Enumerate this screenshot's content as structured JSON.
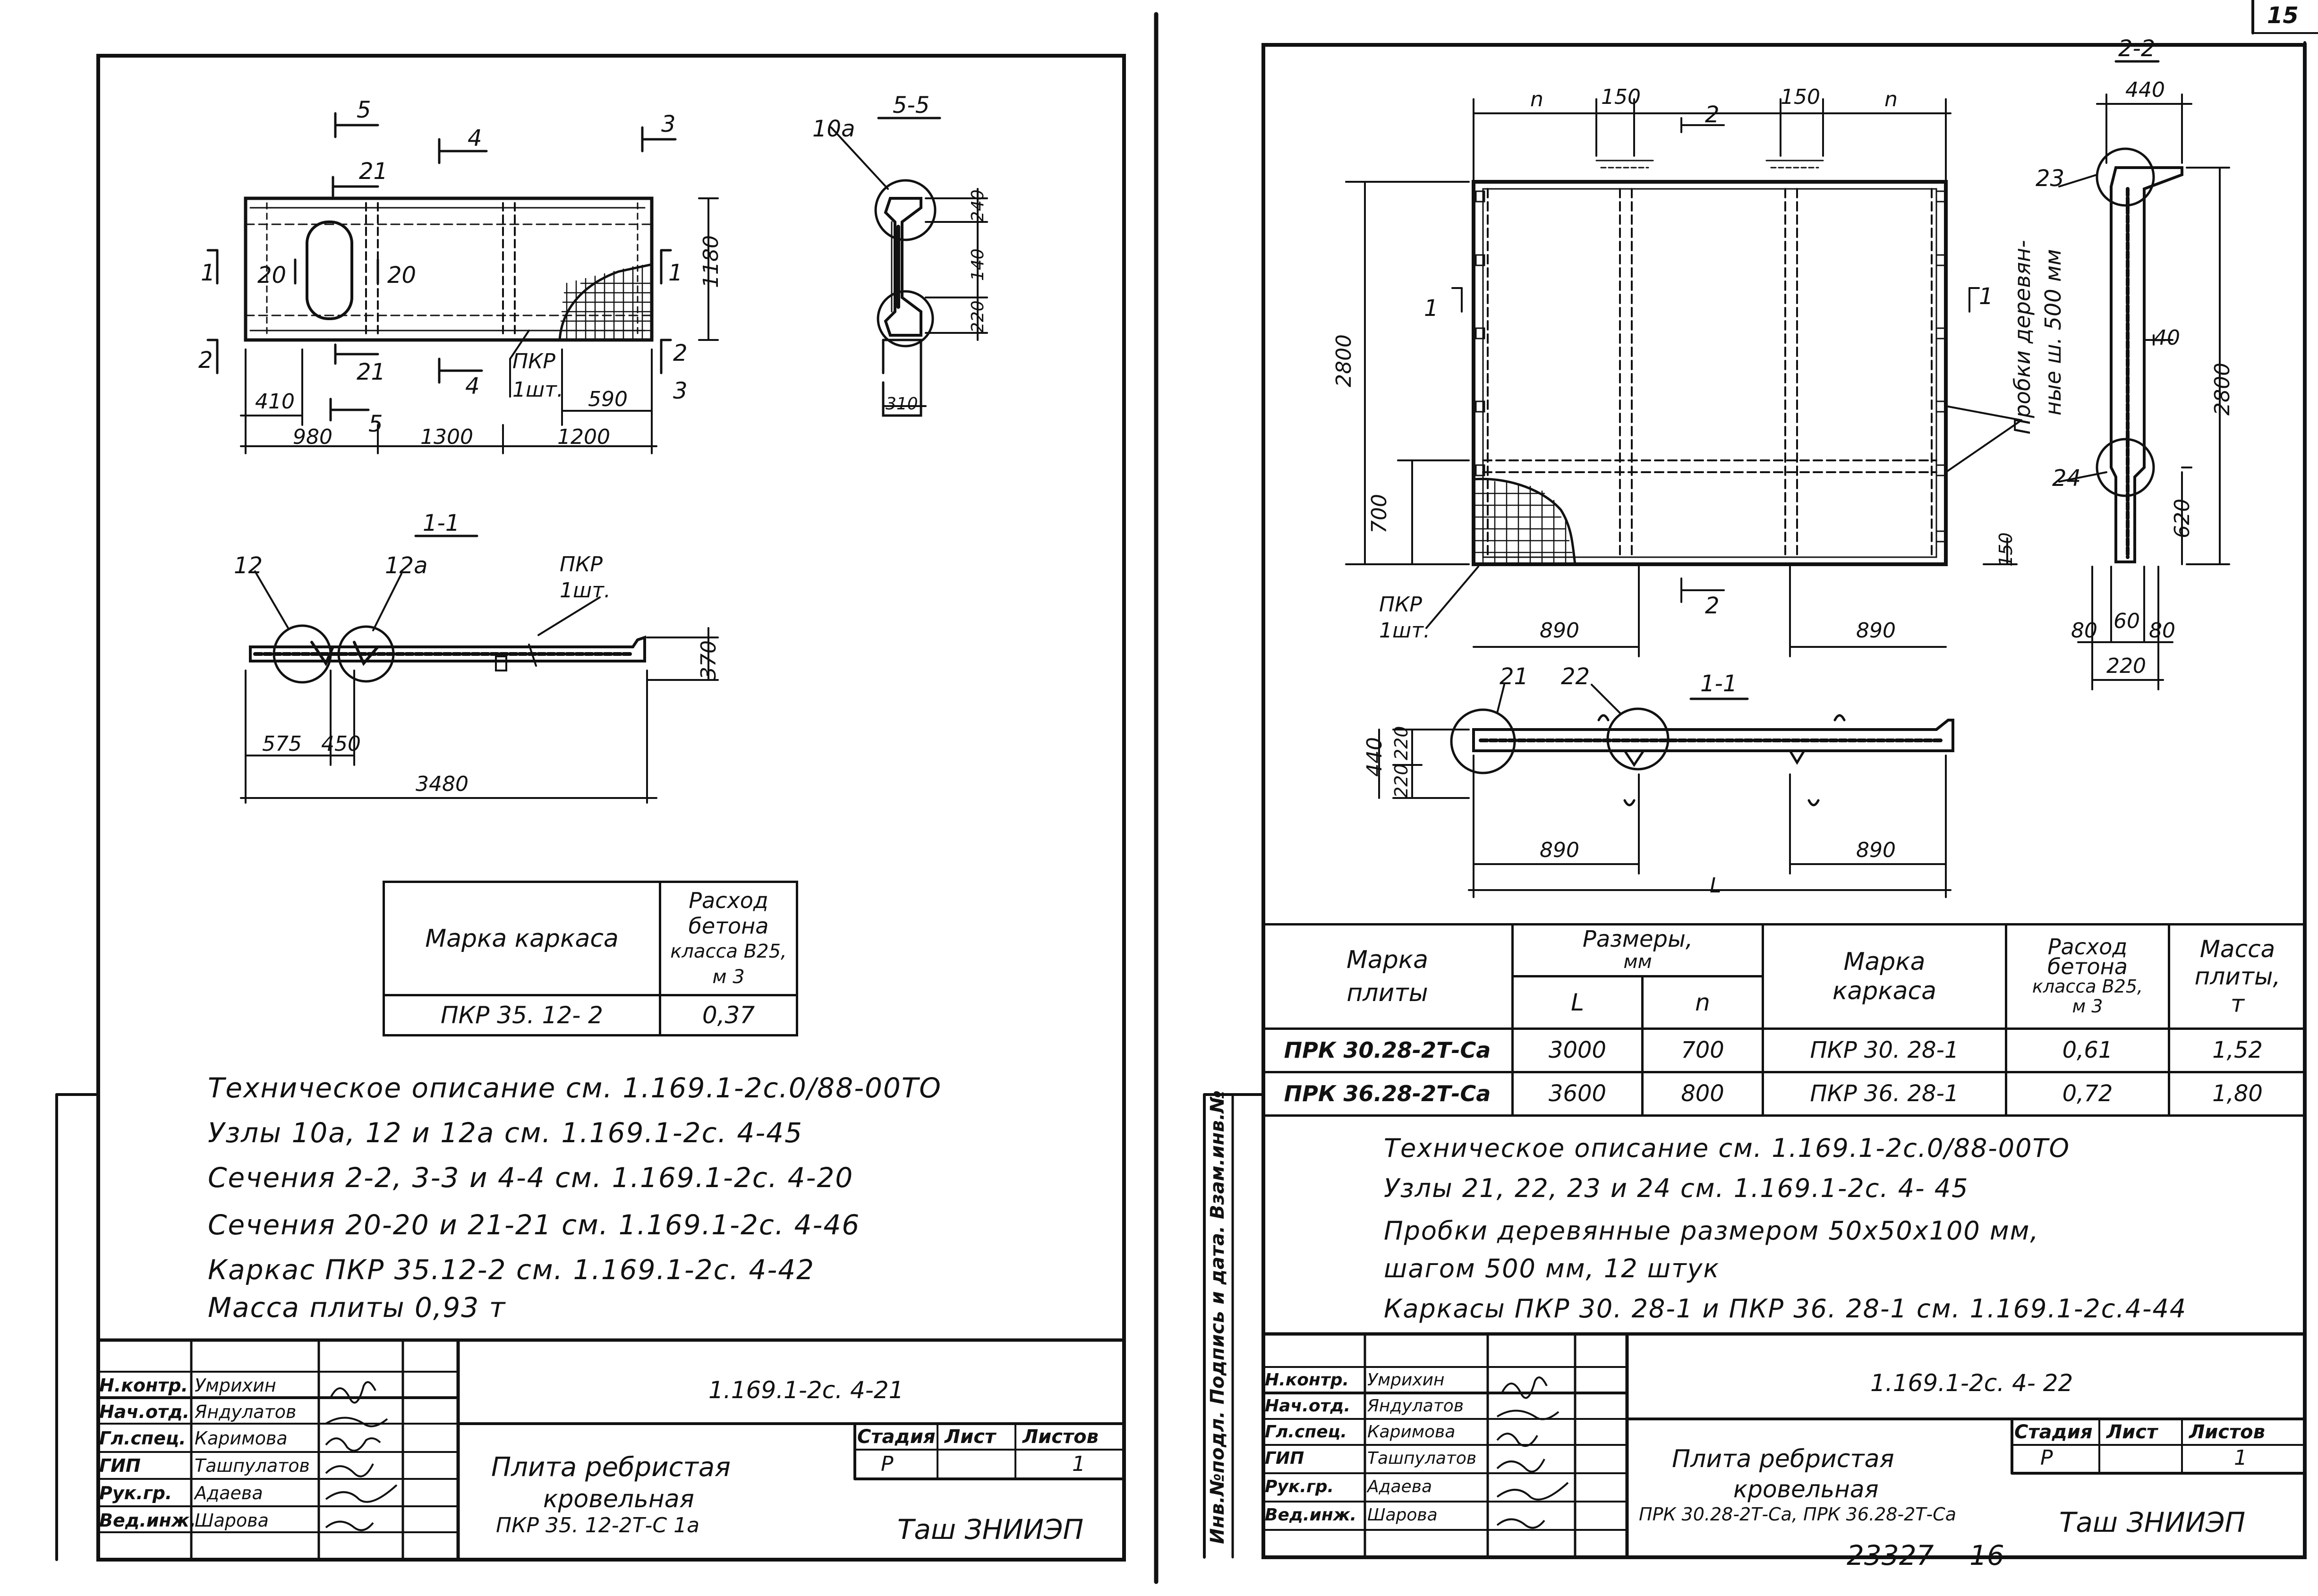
{
  "page_number": "15",
  "bottom_number": "23327",
  "bottom_number2": "16",
  "left_sheet": {
    "section_labels": {
      "s5": "5",
      "s3": "3",
      "s21": "21",
      "s4": "4",
      "s1": "1",
      "s20": "20",
      "s2": "2",
      "s55": "5-5",
      "n10a": "10a",
      "s11": "1-1",
      "n12": "12",
      "n12a": "12a",
      "pkr": "ПКР",
      "pkr_qty": "1шт."
    },
    "dims": {
      "d410": "410",
      "d980": "980",
      "d1300": "1300",
      "d1200": "1200",
      "d590": "590",
      "d1180": "1180",
      "d370": "370",
      "d575": "575",
      "d450": "450",
      "d3480": "3480",
      "d240": "240",
      "d140": "140",
      "d220": "220",
      "d310": "310"
    },
    "table": {
      "col1": "Марка каркаса",
      "col2_l1": "Расход",
      "col2_l2": "бетона",
      "col2_l3": "класса В25,",
      "col2_l4": "м 3",
      "row_mark": "ПКР 35. 12- 2",
      "row_value": "0,37"
    },
    "notes": [
      "Техническое описание  см. 1.169.1-2с.0/88-00ТО",
      "Узлы 10а, 12 и 12а  см.  1.169.1-2с. 4-45",
      "Сечения  2-2, 3-3 и 4-4 см. 1.169.1-2с. 4-20",
      "Сечения  20-20 и 21-21  см. 1.169.1-2с. 4-46",
      "Каркас  ПКР 35.12-2  см.  1.169.1-2с. 4-42",
      "Масса  плиты    0,93 т"
    ],
    "title_block": {
      "code": "1.169.1-2с. 4-21",
      "roles": [
        "Н.контр.",
        "Нач.отд.",
        "Гл.спец.",
        "ГИП",
        "Рук.гр.",
        "Вед.инж."
      ],
      "names": [
        "Умрихин",
        "Яндулатов",
        "Каримова",
        "Ташпулатов",
        "Адаева",
        "Шарова"
      ],
      "title_l1": "Плита  ребристая",
      "title_l2": "кровельная",
      "title_l3": "ПКР 35. 12-2Т-С 1а",
      "stage_h": "Стадия",
      "sheet_h": "Лист",
      "sheets_h": "Листов",
      "stage": "Р",
      "sheet": "",
      "sheets": "1",
      "org": "Таш ЗНИИЭП"
    }
  },
  "right_sheet": {
    "section_labels": {
      "s22": "2-2",
      "s11": "1-1",
      "s1": "1",
      "s2": "2",
      "n21": "21",
      "n22": "22",
      "n23": "23",
      "n24": "24",
      "pkr": "ПКР",
      "pkr_qty": "1шт.",
      "L": "L",
      "probki_l1": "Пробки деревян-",
      "probki_l2": "ные ш. 500 мм"
    },
    "dims": {
      "n": "n",
      "d150": "150",
      "d2800": "2800",
      "d700": "700",
      "d890": "890",
      "d440": "440",
      "d40": "40",
      "d620": "620",
      "d80": "80",
      "d60": "60",
      "d220": "220"
    },
    "table": {
      "h_mark_l1": "Марка",
      "h_mark_l2": "плиты",
      "h_size_l1": "Размеры,",
      "h_size_l2": "мм",
      "h_L": "L",
      "h_n": "n",
      "h_frame_l1": "Марка",
      "h_frame_l2": "каркаса",
      "h_conc_l1": "Расход",
      "h_conc_l2": "бетона",
      "h_conc_l3": "класса В25,",
      "h_conc_l4": "м 3",
      "h_mass_l1": "Масса",
      "h_mass_l2": "плиты,",
      "h_mass_l3": "т",
      "rows": [
        {
          "mark": "ПРК 30.28-2Т-Са",
          "L": "3000",
          "n": "700",
          "frame": "ПКР 30. 28-1",
          "conc": "0,61",
          "mass": "1,52"
        },
        {
          "mark": "ПРК 36.28-2Т-Са",
          "L": "3600",
          "n": "800",
          "frame": "ПКР 36. 28-1",
          "conc": "0,72",
          "mass": "1,80"
        }
      ]
    },
    "notes": [
      "Техническое  описание  см. 1.169.1-2с.0/88-00ТО",
      "Узлы 21, 22, 23 и 24 см. 1.169.1-2с. 4- 45",
      "Пробки деревянные  размером  50х50х100 мм,",
      "шагом  500 мм, 12 штук",
      "Каркасы ПКР 30. 28-1 и ПКР 36. 28-1 см. 1.169.1-2с.4-44"
    ],
    "side_stamp": "Инв.№подл. Подпись и дата. Взам.инв.№",
    "title_block": {
      "code": "1.169.1-2с. 4- 22",
      "roles": [
        "Н.контр.",
        "Нач.отд.",
        "Гл.спец.",
        "ГИП",
        "Рук.гр.",
        "Вед.инж."
      ],
      "names": [
        "Умрихин",
        "Яндулатов",
        "Каримова",
        "Ташпулатов",
        "Адаева",
        "Шарова"
      ],
      "title_l1": "Плита  ребристая",
      "title_l2": "кровельная",
      "title_l3": "ПРК 30.28-2Т-Са, ПРК 36.28-2Т-Са",
      "stage_h": "Стадия",
      "sheet_h": "Лист",
      "sheets_h": "Листов",
      "stage": "Р",
      "sheet": "",
      "sheets": "1",
      "org": "Таш ЗНИИЭП"
    }
  }
}
